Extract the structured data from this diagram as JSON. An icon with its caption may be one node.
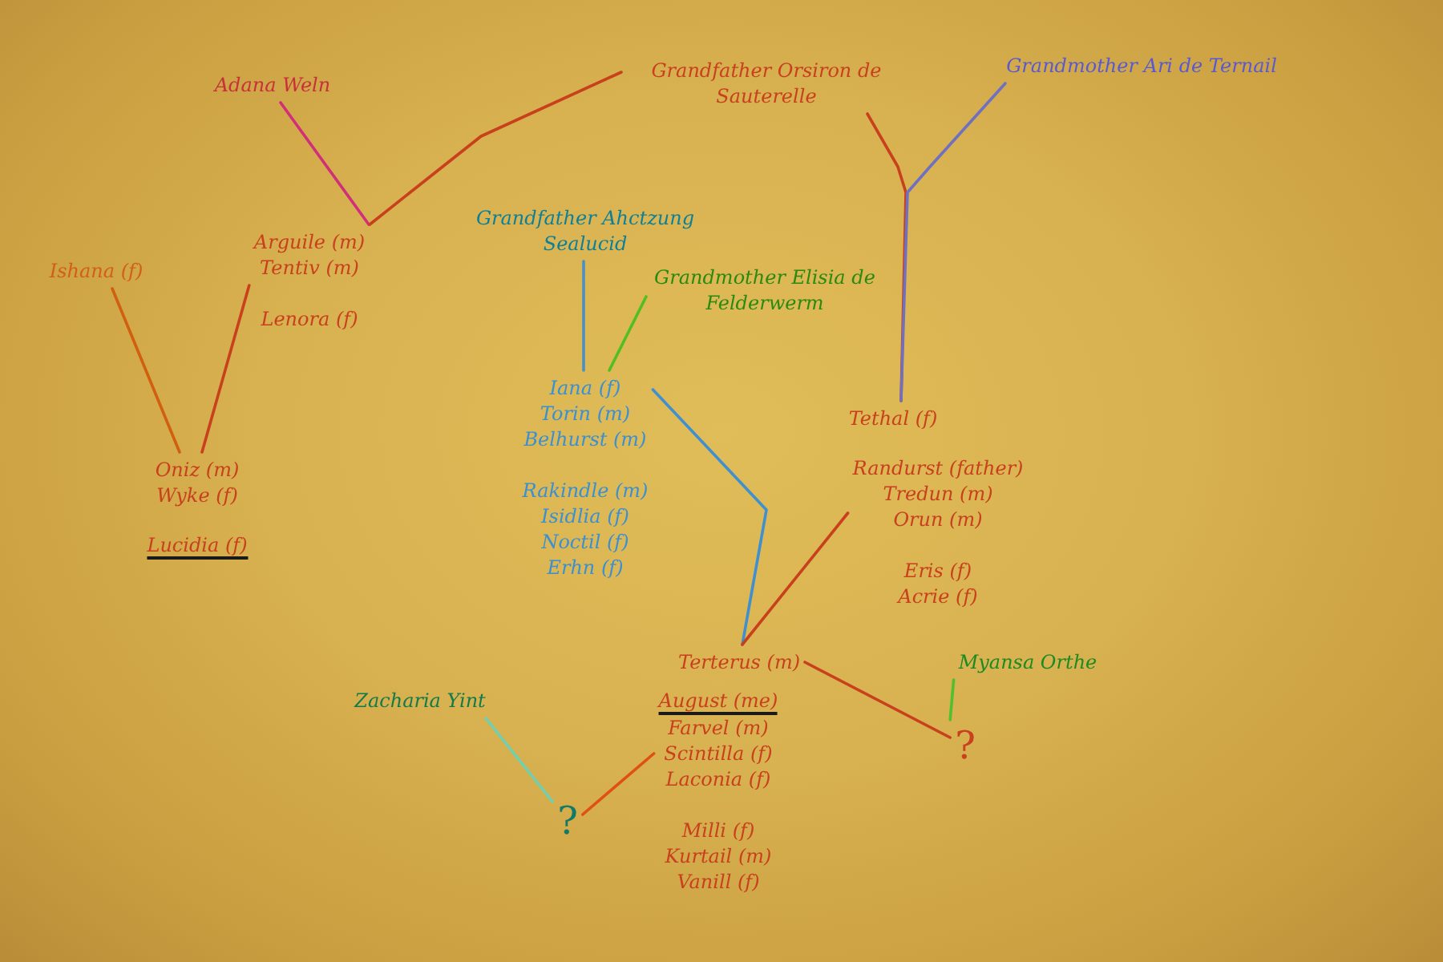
{
  "diagram": {
    "nodes": [
      {
        "text": [
          "Adana Weln"
        ]
      },
      {
        "text": [
          "Grandfather Orsiron de Sauterelle"
        ]
      },
      {
        "text": [
          "Grandmother Ari de Ternail"
        ]
      },
      {
        "text": [
          "Arguile (m)",
          "Tentiv (m)",
          "Lenora (f)"
        ]
      },
      {
        "text": [
          "Ishana (f)"
        ]
      },
      {
        "text": [
          "Grandfather Ahctzung Sealucid"
        ]
      },
      {
        "text": [
          "Grandmother Elisia de Felderwerm"
        ]
      },
      {
        "text": [
          "Oniz (m)",
          "Wyke (f)",
          "Lucidia (f)"
        ]
      },
      {
        "text": [
          "Iana (f)",
          "Torin (m)",
          "Belhurst (m)",
          "Rakindle (m)",
          "Isidlia (f)",
          "Noctil (f)",
          "Erhn (f)"
        ]
      },
      {
        "text": [
          "Tethal (f)"
        ]
      },
      {
        "text": [
          "Randurst (father)",
          "Tredun (m)",
          "Orun (m)",
          "Eris (f)",
          "Acrie (f)"
        ]
      },
      {
        "text": [
          "Terterus (m)"
        ]
      },
      {
        "text": [
          "Myansa  Orthe"
        ]
      },
      {
        "text": [
          "August (me)",
          "Farvel (m)",
          "Scintilla (f)",
          "Laconia (f)",
          "Milli (f)",
          "Kurtail (m)",
          "Vanill (f)"
        ]
      },
      {
        "text": [
          "Zacharia Yint"
        ]
      },
      {
        "text": [
          "?"
        ]
      },
      {
        "text": [
          "?"
        ]
      }
    ],
    "edges": [
      {
        "from": 0,
        "to": 3,
        "arrow": "none",
        "color": "#d0307a"
      },
      {
        "from": 1,
        "to": 3,
        "arrow": "none"
      },
      {
        "from": 1,
        "to": 9,
        "arrow": "none"
      },
      {
        "from": 2,
        "to": 9,
        "arrow": "none",
        "color": "#7070c0"
      },
      {
        "from": 3,
        "to": 7,
        "arrow": "none"
      },
      {
        "from": 4,
        "to": 7,
        "arrow": "none",
        "color": "#d06010"
      },
      {
        "from": 5,
        "to": 8,
        "arrow": "none",
        "color": "#4a90c0"
      },
      {
        "from": 6,
        "to": 8,
        "arrow": "none",
        "color": "#50c020"
      },
      {
        "from": 8,
        "to": 11,
        "arrow": "none",
        "color": "#4090d0"
      },
      {
        "from": 10,
        "to": 11,
        "arrow": "none"
      },
      {
        "from": 11,
        "to": 16,
        "arrow": "none"
      },
      {
        "from": 12,
        "to": 16,
        "arrow": "none",
        "color": "#50c030"
      },
      {
        "from": 14,
        "to": 15,
        "arrow": "none",
        "color": "#70d0b0"
      },
      {
        "from": 13,
        "to": 15,
        "arrow": "none",
        "color": "#e05010"
      }
    ]
  }
}
